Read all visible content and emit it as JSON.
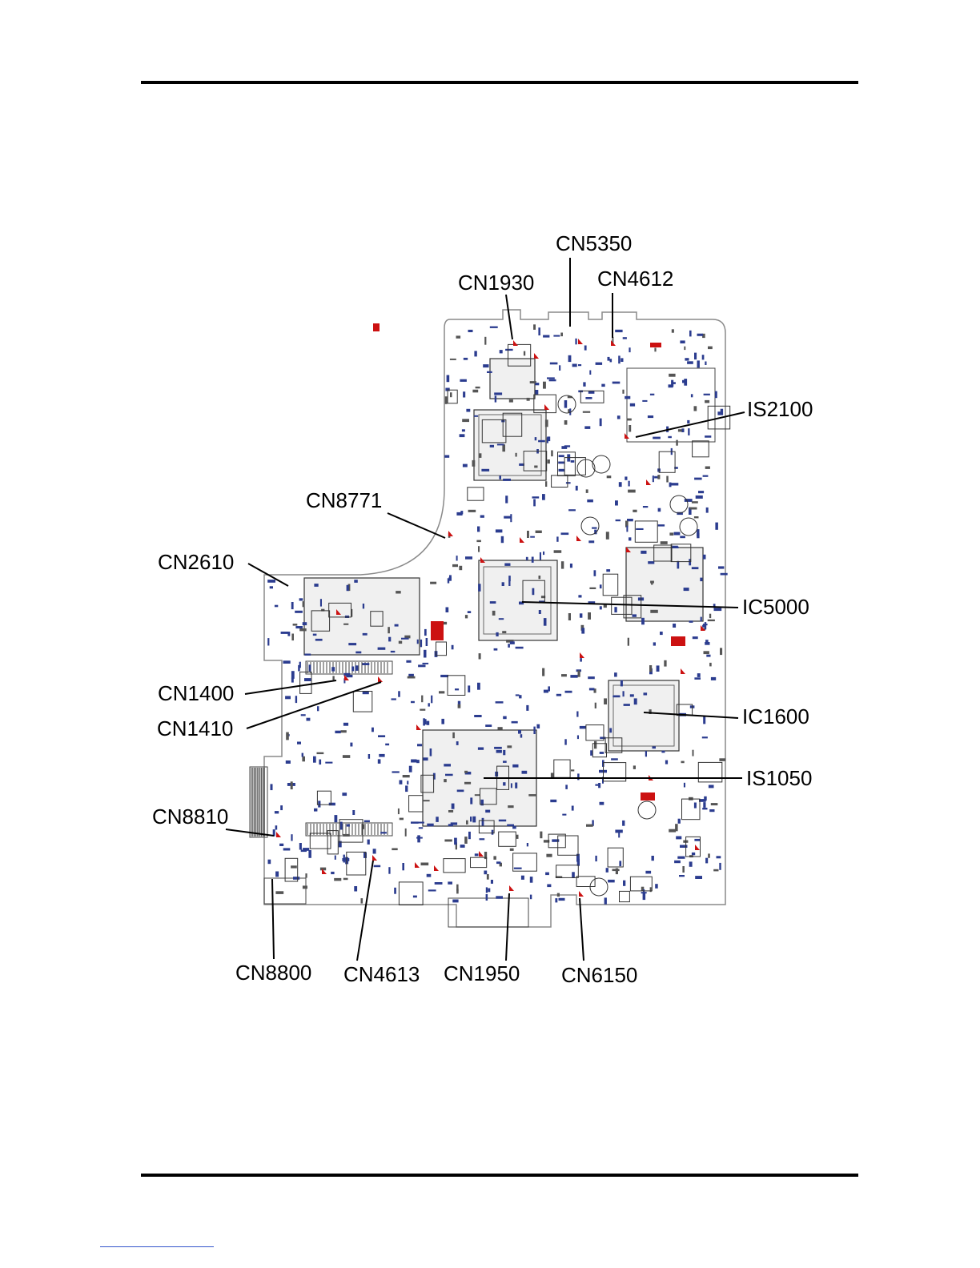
{
  "colors": {
    "board_outline": "#8a8a8a",
    "component": "#2b3c8f",
    "marker": "#cc1111",
    "chip_fill": "#f0f0f0",
    "leader": "#000000"
  },
  "callouts": [
    {
      "id": "cn5350",
      "label": "CN5350"
    },
    {
      "id": "cn1930",
      "label": "CN1930"
    },
    {
      "id": "cn4612",
      "label": "CN4612"
    },
    {
      "id": "is2100",
      "label": "IS2100"
    },
    {
      "id": "cn8771",
      "label": "CN8771"
    },
    {
      "id": "cn2610",
      "label": "CN2610"
    },
    {
      "id": "ic5000",
      "label": "IC5000"
    },
    {
      "id": "cn1400",
      "label": "CN1400"
    },
    {
      "id": "cn1410",
      "label": "CN1410"
    },
    {
      "id": "ic1600",
      "label": "IC1600"
    },
    {
      "id": "is1050",
      "label": "IS1050"
    },
    {
      "id": "cn8810",
      "label": "CN8810"
    },
    {
      "id": "cn8800",
      "label": "CN8800"
    },
    {
      "id": "cn4613",
      "label": "CN4613"
    },
    {
      "id": "cn1950",
      "label": "CN1950"
    },
    {
      "id": "cn6150",
      "label": "CN6150"
    }
  ]
}
